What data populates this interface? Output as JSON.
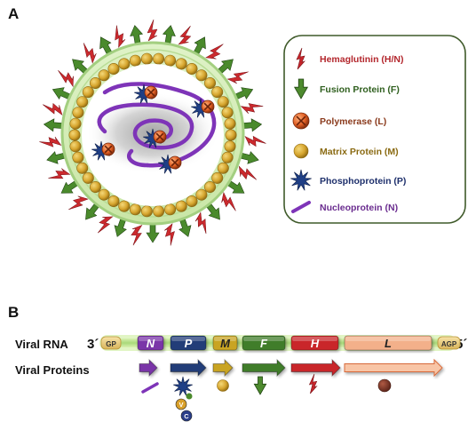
{
  "panel_a": {
    "label": "A",
    "legend": [
      {
        "key": "hemagglutinin",
        "text": "Hemaglutinin (H/N)",
        "color": "#b3262c",
        "icon": "hemagglutinin-spike-icon"
      },
      {
        "key": "fusion",
        "text": "Fusion Protein (F)",
        "color": "#2f5f1e",
        "icon": "fusion-arrow-icon"
      },
      {
        "key": "polymerase",
        "text": "Polymerase (L)",
        "color": "#8a3a1c",
        "icon": "polymerase-ball-icon"
      },
      {
        "key": "matrix",
        "text": "Matrix Protein (M)",
        "color": "#8a6a12",
        "icon": "matrix-ball-icon"
      },
      {
        "key": "phospho",
        "text": "Phosphoprotein (P)",
        "color": "#1d2f6b",
        "icon": "phosphoprotein-star-icon"
      },
      {
        "key": "nucleo",
        "text": "Nucleoprotein (N)",
        "color": "#6a2c8f",
        "icon": "nucleoprotein-rod-icon"
      }
    ]
  },
  "panel_b": {
    "label": "B",
    "row_rna": "Viral RNA",
    "row_proteins": "Viral Proteins",
    "end3": "3´",
    "end5": "5´",
    "gp": "GP",
    "agp": "AGP",
    "genes": [
      {
        "key": "N",
        "label": "N",
        "color": "#7a35a8"
      },
      {
        "key": "P",
        "label": "P",
        "color": "#213e78"
      },
      {
        "key": "M",
        "label": "M",
        "color": "#c9a424"
      },
      {
        "key": "F",
        "label": "F",
        "color": "#3f7d2c"
      },
      {
        "key": "H",
        "label": "H",
        "color": "#c9262b"
      },
      {
        "key": "L",
        "label": "L",
        "color": "#f3b08a"
      }
    ],
    "accessory": [
      "V",
      "C"
    ]
  }
}
